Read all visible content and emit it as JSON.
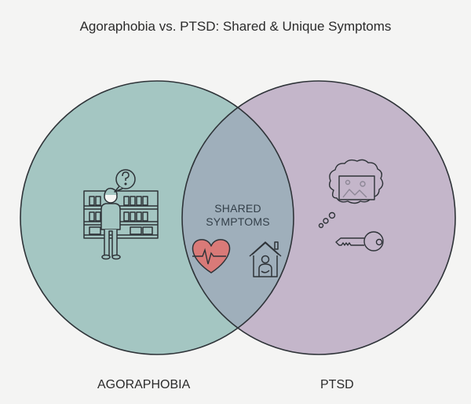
{
  "title": "Agoraphobia vs. PTSD: Shared & Unique Symptoms",
  "sets": [
    {
      "label": "AGORAPHOBIA",
      "color": "#a4c6c2",
      "icons": [
        "person-in-store-confused-icon"
      ]
    },
    {
      "label": "PTSD",
      "color": "#c4b6ca",
      "icons": [
        "thought-bubble-memory-icon",
        "key-icon"
      ]
    }
  ],
  "intersection": {
    "label_line1": "SHARED",
    "label_line2": "SYMPTOMS",
    "color": "#9fafbb",
    "icons": [
      "heart-pulse-icon",
      "person-at-home-icon"
    ]
  },
  "colors": {
    "background": "#f4f4f3",
    "stroke": "#2e3338",
    "heart": "#d97a78"
  }
}
